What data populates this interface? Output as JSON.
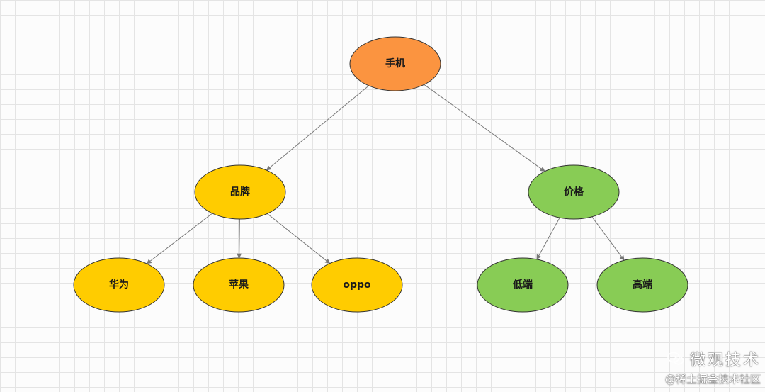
{
  "diagram": {
    "colors": {
      "root": "#fb9440",
      "brand_branch": "#ffcc00",
      "price_branch": "#88cc55",
      "edge": "#777777",
      "outline": "#333333"
    },
    "nodes": [
      {
        "id": "phone",
        "label": "手机",
        "color_key": "root"
      },
      {
        "id": "brand",
        "label": "品牌",
        "color_key": "brand_branch"
      },
      {
        "id": "price",
        "label": "价格",
        "color_key": "price_branch"
      },
      {
        "id": "huawei",
        "label": "华为",
        "color_key": "brand_branch"
      },
      {
        "id": "apple",
        "label": "苹果",
        "color_key": "brand_branch"
      },
      {
        "id": "oppo",
        "label": "oppo",
        "color_key": "brand_branch"
      },
      {
        "id": "lowend",
        "label": "低端",
        "color_key": "price_branch"
      },
      {
        "id": "highend",
        "label": "高端",
        "color_key": "price_branch"
      }
    ],
    "edges": [
      {
        "from": "phone",
        "to": "brand"
      },
      {
        "from": "phone",
        "to": "price"
      },
      {
        "from": "brand",
        "to": "huawei"
      },
      {
        "from": "brand",
        "to": "apple"
      },
      {
        "from": "brand",
        "to": "oppo"
      },
      {
        "from": "price",
        "to": "lowend"
      },
      {
        "from": "price",
        "to": "highend"
      }
    ]
  },
  "watermark": {
    "account": "微观技术",
    "source": "@稀土掘金技术社区",
    "logo_icon": "wechat-icon"
  }
}
